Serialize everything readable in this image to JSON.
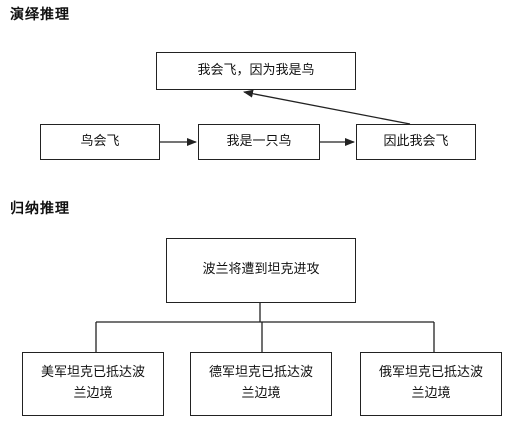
{
  "deductive": {
    "title": "演绎推理",
    "conclusion_box": "我会飞，因为我是鸟",
    "step_boxes": [
      "鸟会飞",
      "我是一只鸟",
      "因此我会飞"
    ]
  },
  "inductive": {
    "title": "归纳推理",
    "conclusion_box": "波兰将遭到坦克进攻",
    "evidence_boxes": [
      "美军坦克已抵达波兰边境",
      "德军坦克已抵达波兰边境",
      "俄军坦克已抵达波兰边境"
    ]
  }
}
